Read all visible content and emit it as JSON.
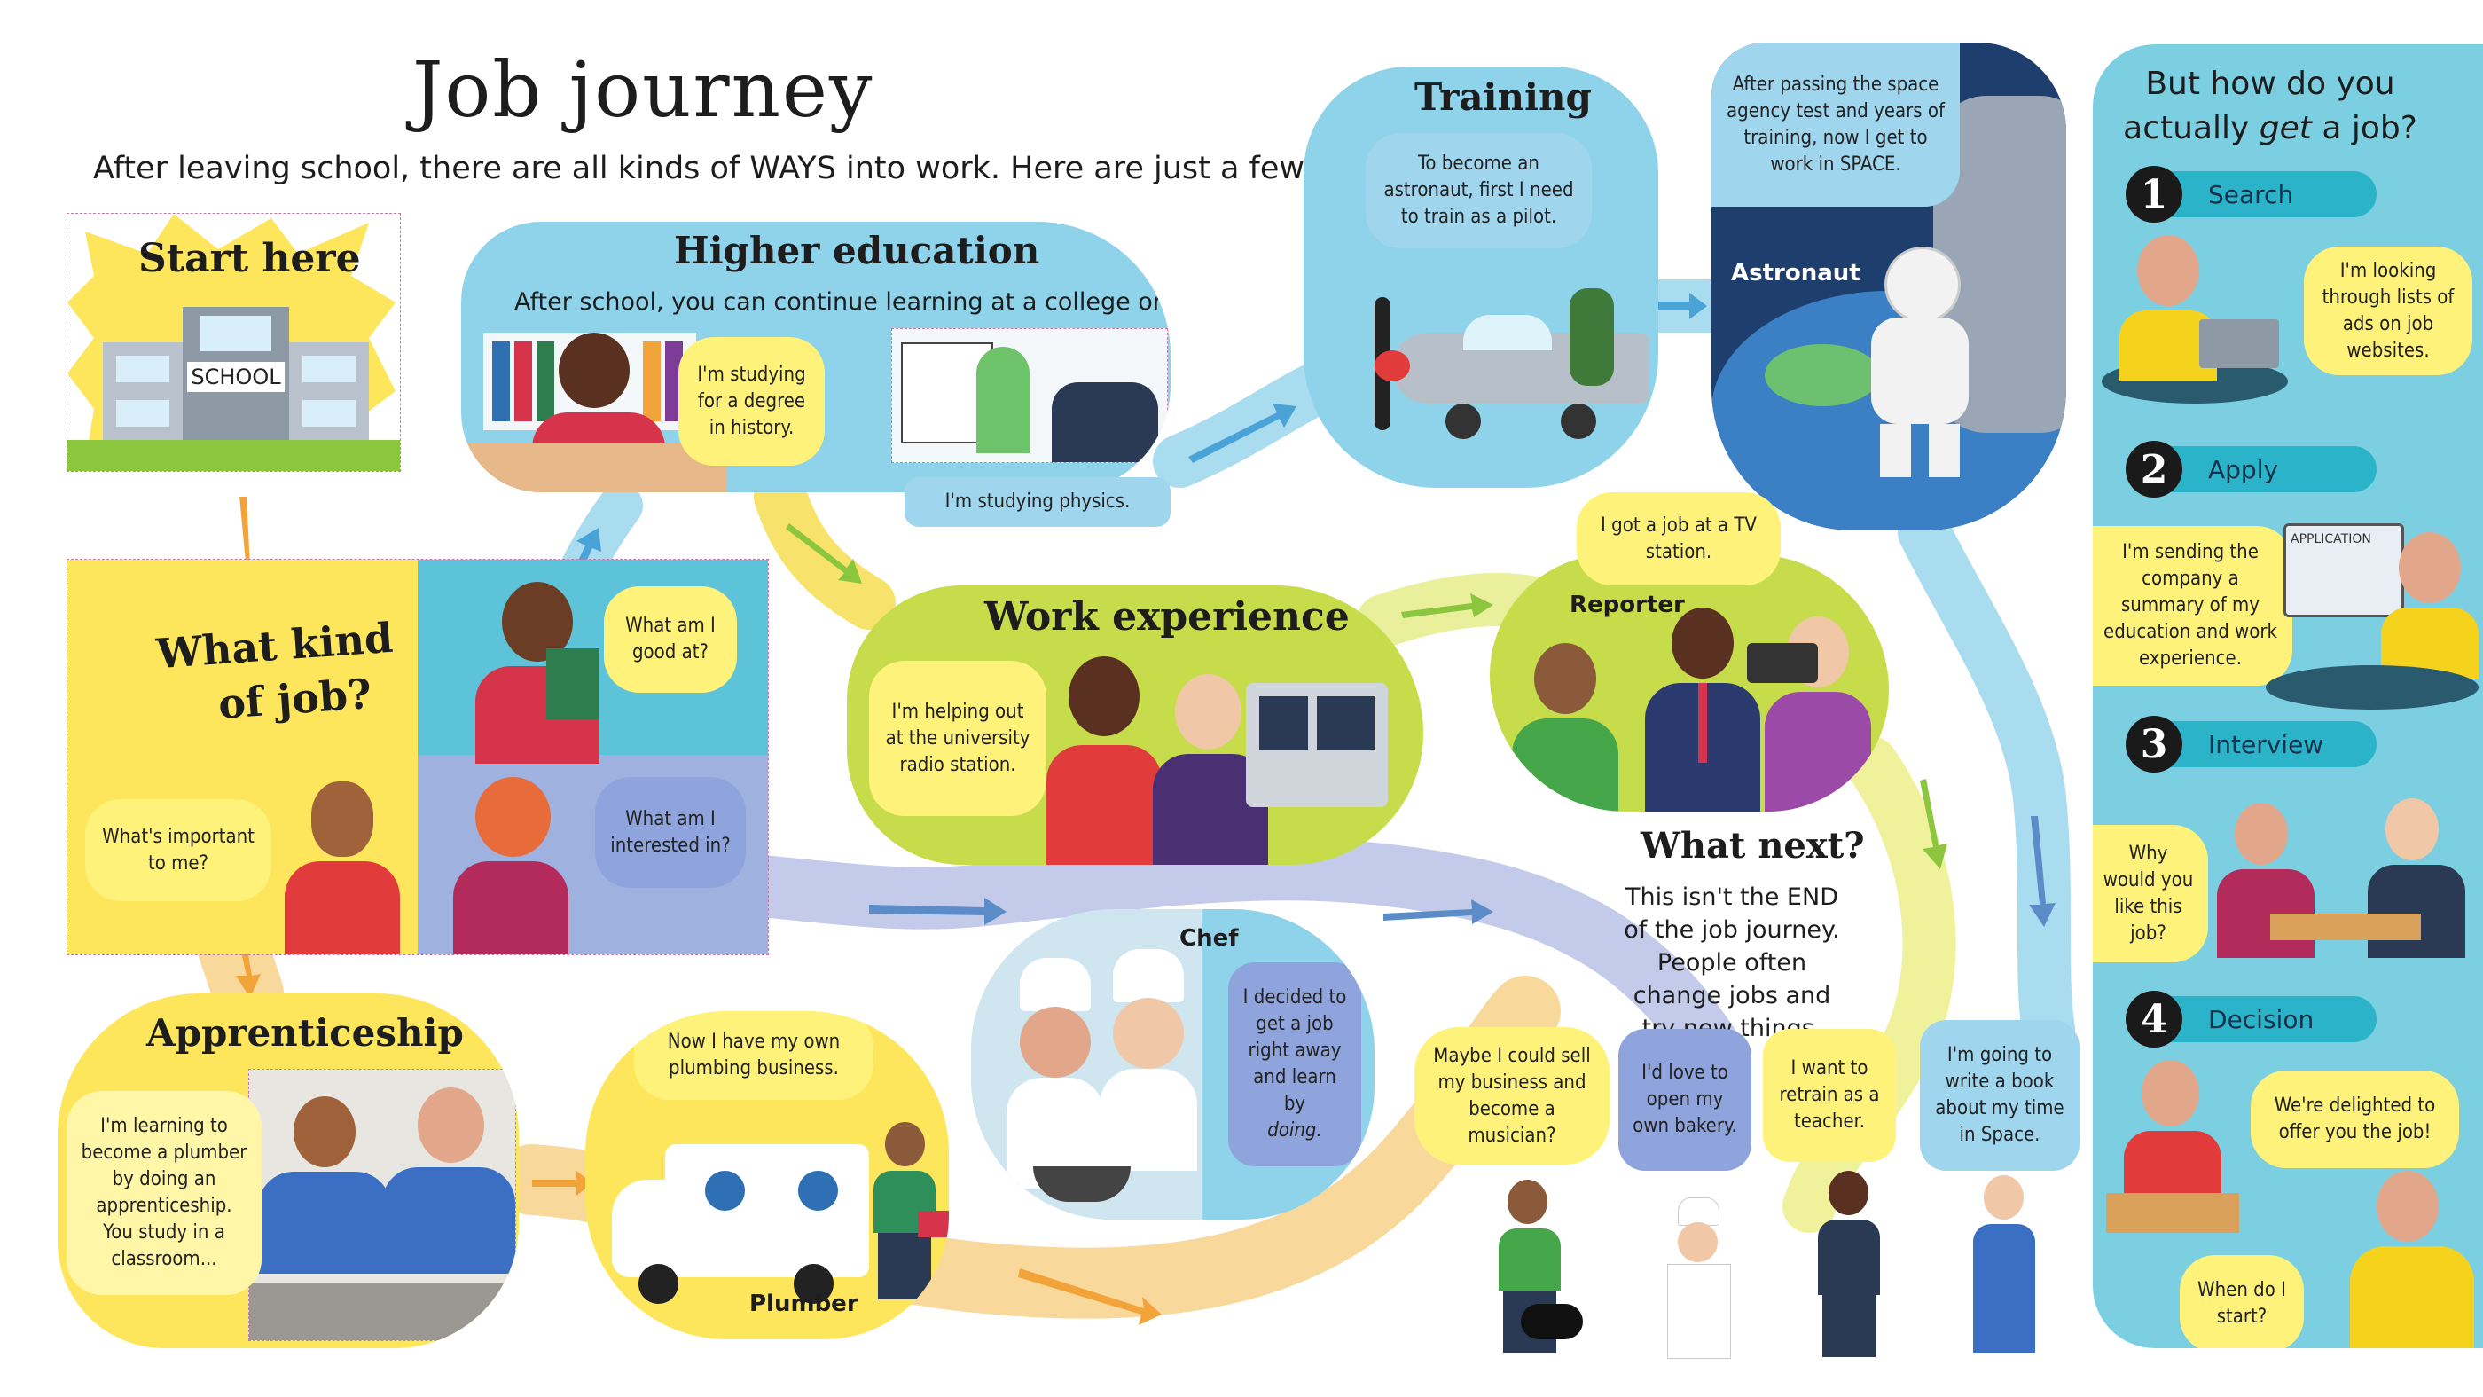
{
  "page": {
    "title": "Job journey",
    "intro": "After leaving school, there are all kinds of WAYS into work. Here are just a few."
  },
  "start": {
    "heading": "Start here",
    "school_sign": "SCHOOL"
  },
  "what_kind": {
    "heading_line1": "What kind",
    "heading_line2": "of job?",
    "q_good_at": "What am I good at?",
    "q_important": "What's important to me?",
    "q_interested": "What am I interested in?"
  },
  "higher_education": {
    "heading": "Higher education",
    "caption": "After school, you can continue learning at a college or university.",
    "bubble_history": "I'm studying for a degree in history.",
    "bubble_physics": "I'm studying physics."
  },
  "training": {
    "heading": "Training",
    "bubble": "To become an astronaut, first I need to train as a pilot."
  },
  "astronaut": {
    "bubble": "After passing the space agency test and years of training, now I get to work in SPACE.",
    "label": "Astronaut"
  },
  "work_experience": {
    "heading": "Work experience",
    "bubble": "I'm helping out at the university radio station."
  },
  "reporter": {
    "bubble": "I got a job at a TV station.",
    "label": "Reporter"
  },
  "apprenticeship": {
    "heading": "Apprenticeship",
    "bubble": "I'm learning to become a plumber by doing an apprenticeship. You study in a classroom..."
  },
  "plumber": {
    "bubble": "Now I have my own plumbing business.",
    "label": "Plumber"
  },
  "chef": {
    "label": "Chef",
    "bubble_plain": "I decided to get a job right away and learn by",
    "bubble_italic": "doing."
  },
  "what_next": {
    "heading": "What next?",
    "text": "This isn't the END of the job journey. People often change jobs and try new things."
  },
  "future_bubbles": {
    "musician": "Maybe I could sell my business and become a musician?",
    "bakery": "I'd love to open my own bakery.",
    "teacher": "I want to retrain as a teacher.",
    "book": "I'm going to write a book about my time in Space."
  },
  "sidebar": {
    "title_plain1": "But how do you",
    "title_plain2": "actually",
    "title_italic": "get",
    "title_plain3": "a job?",
    "steps": [
      {
        "number": "1",
        "label": "Search",
        "bubble": "I'm looking through lists of ads on job websites."
      },
      {
        "number": "2",
        "label": "Apply",
        "bubble": "I'm sending the company a summary of my education and work experience.",
        "screen_text": "APPLICATION"
      },
      {
        "number": "3",
        "label": "Interview",
        "bubble": "Why would you like this job?"
      },
      {
        "number": "4",
        "label": "Decision",
        "bubble": "We're delighted to offer you the job!",
        "reply": "When do I start?"
      }
    ]
  },
  "colors": {
    "sidebar_bg": "#7ccfe0",
    "step_tab": "#2bb3c9",
    "path_yellow": "#f7e26b",
    "path_blue": "#a9dcef",
    "path_lavender": "#c4cbea",
    "path_orange": "#f6c37a",
    "panel_yellow": "#fde65b",
    "panel_green": "#c6dc4a",
    "panel_blue": "#8fd3ea"
  }
}
